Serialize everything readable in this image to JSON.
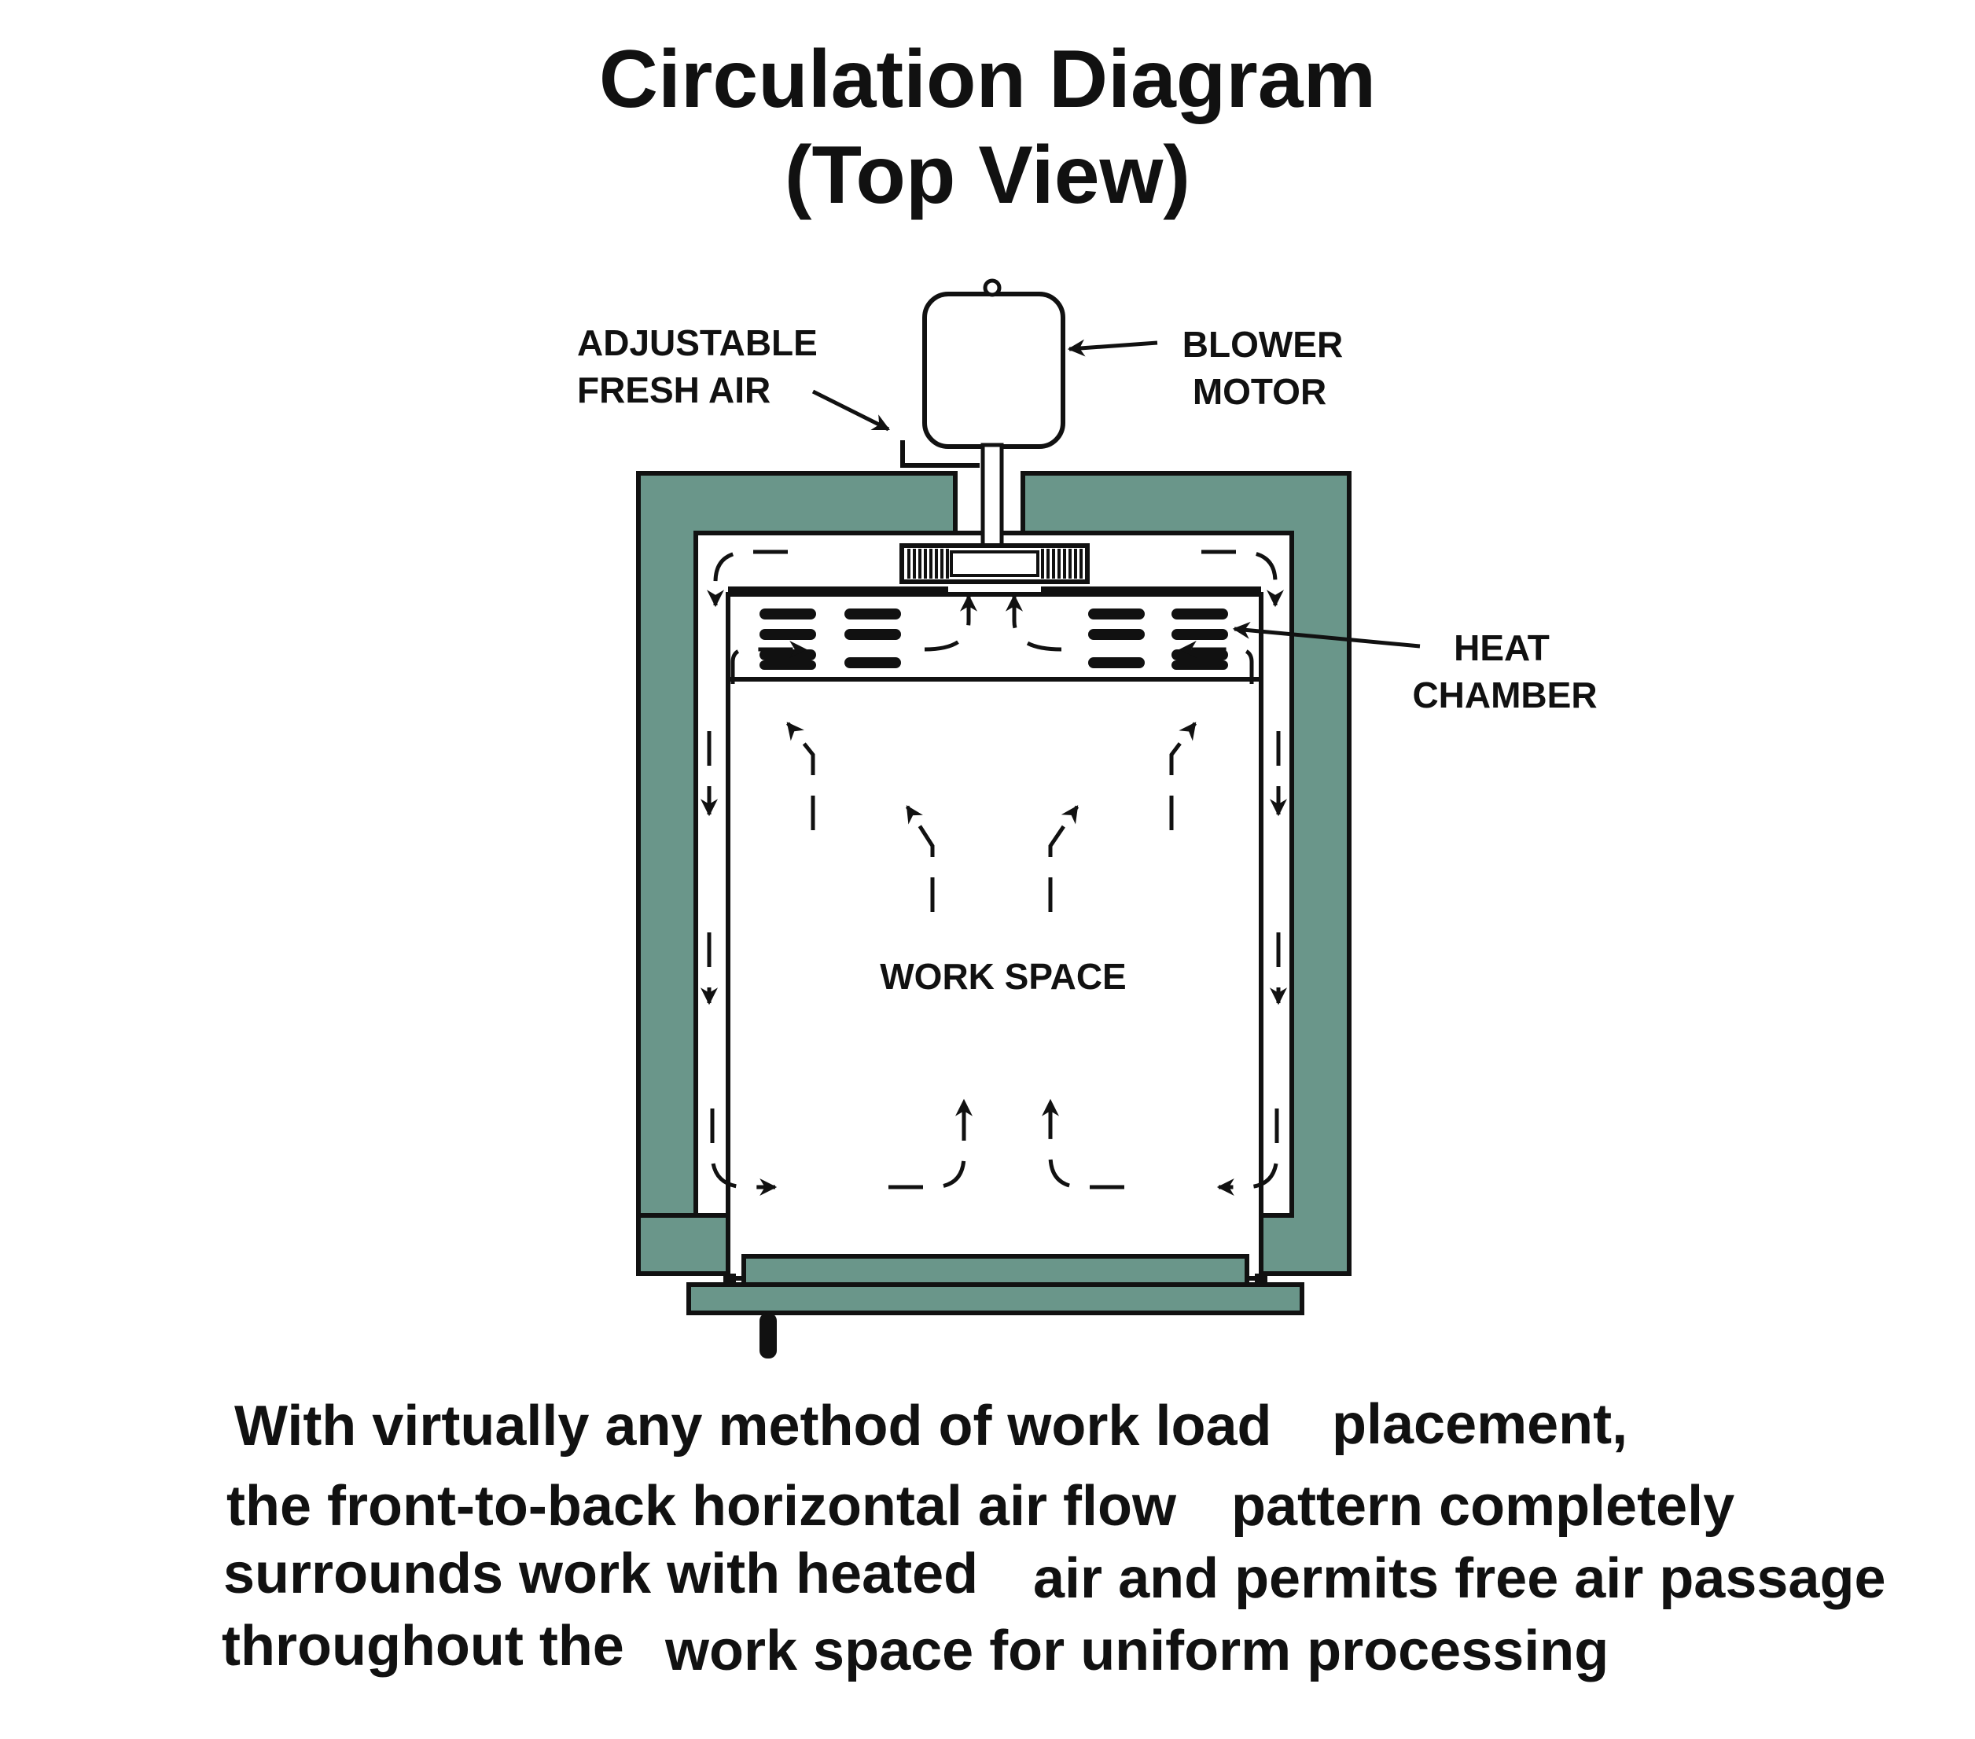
{
  "title": {
    "line1": "Circulation Diagram",
    "line2": "(Top View)"
  },
  "labels": {
    "fresh_air_line1": "ADJUSTABLE",
    "fresh_air_line2": "FRESH AIR",
    "blower_line1": "BLOWER",
    "blower_line2": "MOTOR",
    "heat_line1": "HEAT",
    "heat_line2": "CHAMBER",
    "work_space": "WORK SPACE"
  },
  "caption": {
    "line1a": "With virtually any method of work load",
    "line1b": "placement,",
    "line2a": "the front-to-back horizontal air flow",
    "line2b": "pattern completely",
    "line3a": "surrounds work with heated",
    "line3b": "air and permits free air passage",
    "line4a": "throughout the",
    "line4b": "work space for uniform processing"
  },
  "colors": {
    "insulation": "#6a968a",
    "line": "#111111",
    "background": "#ffffff"
  }
}
